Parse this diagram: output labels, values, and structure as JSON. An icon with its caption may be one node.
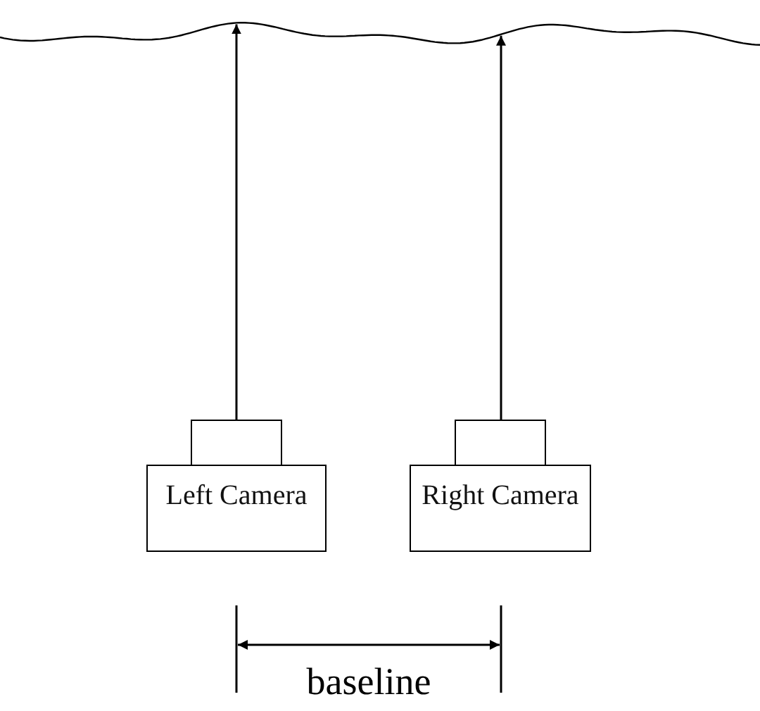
{
  "diagram": {
    "nodes": [
      {
        "text": [
          "Left Camera"
        ]
      },
      {
        "text": [
          "Right Camera"
        ]
      },
      {
        "text": [],
        "shape": "line"
      }
    ],
    "edges": [
      {
        "from": 0,
        "to": 2,
        "arrow": "to"
      },
      {
        "from": 1,
        "to": 2,
        "arrow": "to"
      }
    ],
    "labels": [
      "baseline"
    ]
  }
}
